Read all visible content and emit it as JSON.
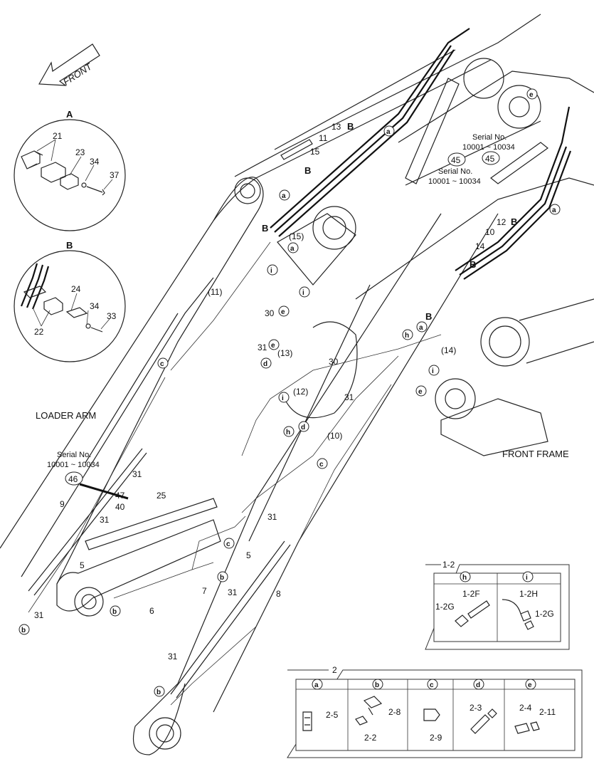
{
  "direction": {
    "front": "FRONT"
  },
  "details": {
    "a": {
      "title": "A",
      "parts": [
        "21",
        "23",
        "34",
        "37"
      ]
    },
    "b": {
      "title": "B",
      "parts": [
        "22",
        "24",
        "34",
        "33"
      ]
    }
  },
  "labels": {
    "loader_arm": "LOADER ARM",
    "front_frame": "FRONT FRAME",
    "serial_label": "Serial No.",
    "serial_range": "10001 ~ 10034"
  },
  "callouts": {
    "p13": "13",
    "p11": "11",
    "p15": "15",
    "p45": "45",
    "p12": "12",
    "p10": "10",
    "p14": "14",
    "p15b": "(15)",
    "p11b": "(11)",
    "p13b": "(13)",
    "p12b": "(12)",
    "p14b": "(14)",
    "p10b": "(10)",
    "p30": "30",
    "p31": "31",
    "p46": "46",
    "p47": "47",
    "p40": "40",
    "p25": "25",
    "p9": "9",
    "p5": "5",
    "p7": "7",
    "p6": "6",
    "p8": "8"
  },
  "letters": {
    "a": "a",
    "b": "b",
    "c": "c",
    "d": "d",
    "e": "e",
    "h": "h",
    "i": "i",
    "B": "B"
  },
  "fittings_1_2": {
    "title": "1-2",
    "h_parts": [
      "1-2F",
      "1-2G"
    ],
    "i_parts": [
      "1-2H",
      "1-2G"
    ]
  },
  "fittings_2": {
    "title": "2",
    "a": "2-5",
    "b": [
      "2-8",
      "2-2"
    ],
    "c": "2-9",
    "d": "2-3",
    "e": [
      "2-4",
      "2-11"
    ]
  }
}
